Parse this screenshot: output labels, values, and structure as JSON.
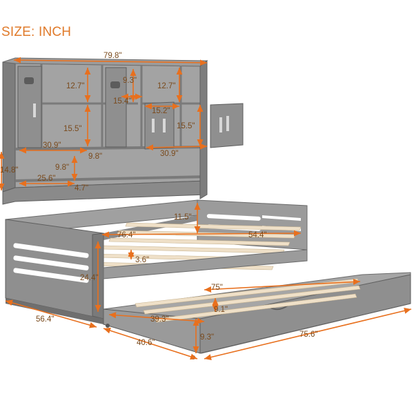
{
  "title": "SIZE: INCH",
  "colors": {
    "wood": "#8c8c8c",
    "wood_dark": "#6b6b6b",
    "wood_light": "#a9a9a9",
    "slat": "#efe0c8",
    "dim": "#e8701e",
    "text": "#7a4a1c"
  },
  "dimensions": {
    "headboard_width": "79.8\"",
    "upper_shelf_height": "12.7\"",
    "cabinet_width": "9.3\"",
    "upper_shelf_height_right": "12.7\"",
    "center_shelf_width": "15.4\"",
    "right_cabinet_width": "15.2\"",
    "lower_shelf_height": "15.5\"",
    "lower_shelf_height_right": "15.5\"",
    "left_section_width": "30.9\"",
    "center_gap": "9.8\"",
    "right_section_width": "30.9\"",
    "bottom_shelf_height": "9.8\"",
    "bottom_shelf_total": "14.8\"",
    "bottom_shelf_width": "25.6\"",
    "bottom_shelf_depth": "4.7\"",
    "side_rail_height": "11.5\"",
    "inner_length": "76.4\"",
    "inner_width": "54.4\"",
    "slat_gap": "3.6\"",
    "bed_height": "24.4\"",
    "outer_width": "56.4\"",
    "trundle_length_inner": "75\"",
    "trundle_width_inner": "39.3\"",
    "trundle_slat_gap": "9.1\"",
    "trundle_width": "40.6\"",
    "trundle_height": "9.3\"",
    "trundle_length": "75.6\""
  }
}
